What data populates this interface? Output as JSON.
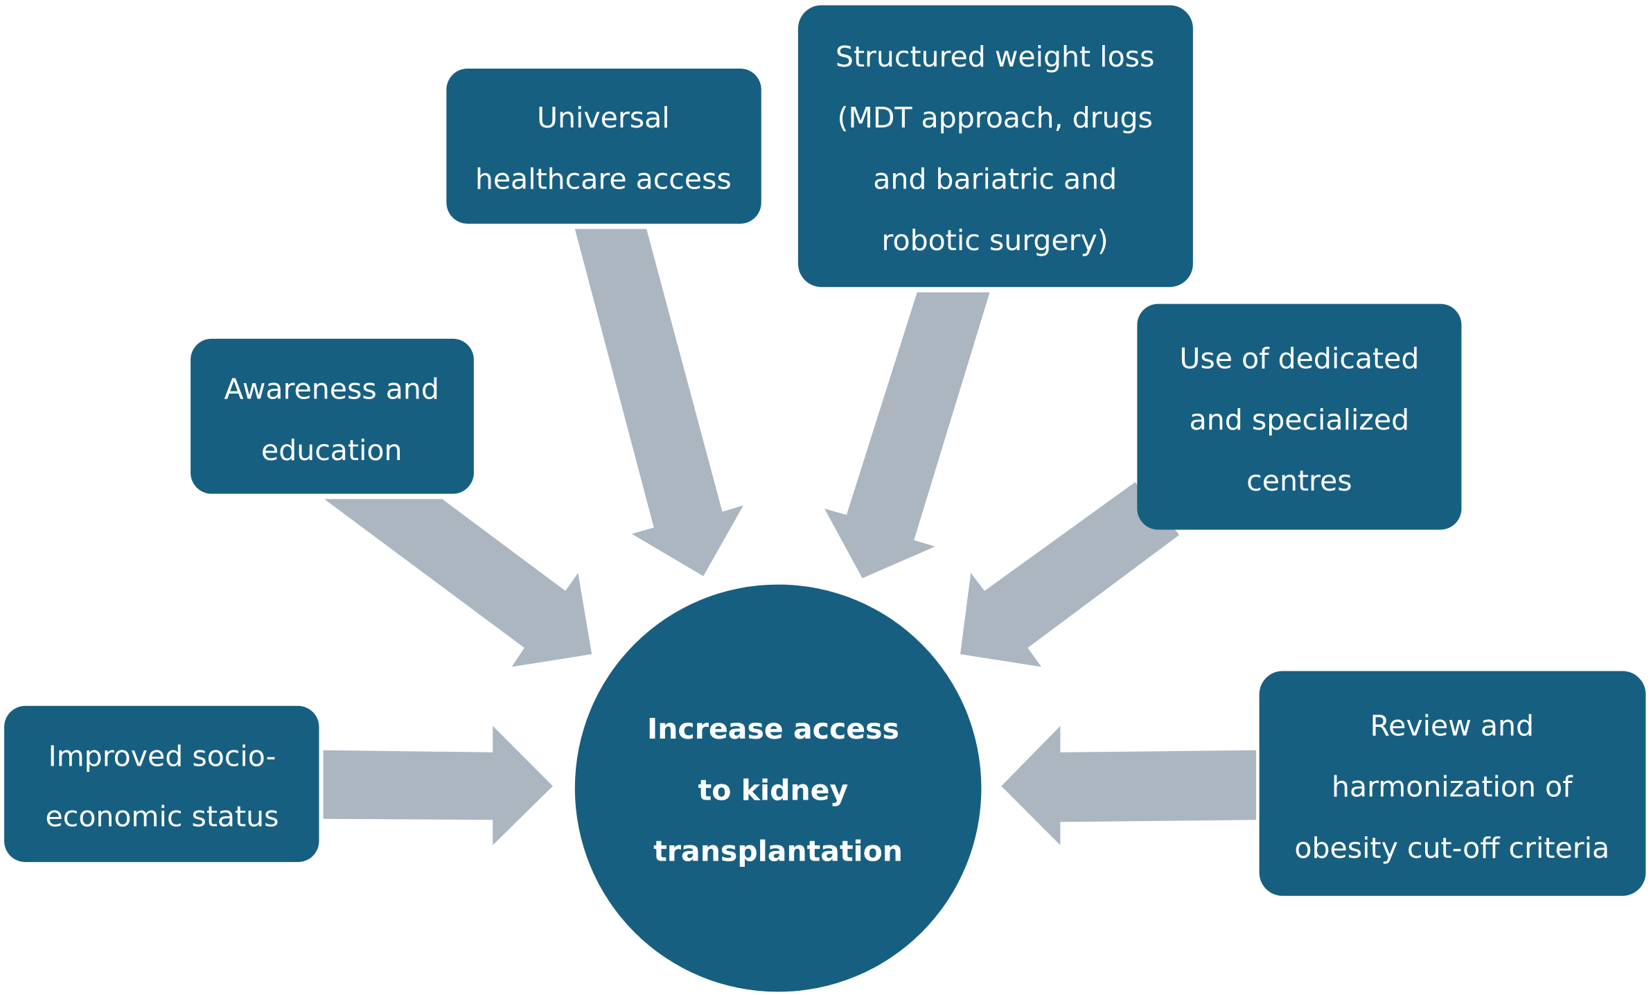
{
  "colors": {
    "box": "#175f80",
    "arrow": "#abb6c1",
    "text": "#ffffff"
  },
  "center": {
    "lines": [
      "Increase access",
      "to kidney",
      "transplantation"
    ]
  },
  "factors": [
    {
      "id": "socio-economic",
      "lines": [
        "Improved socio-",
        "economic status"
      ]
    },
    {
      "id": "awareness",
      "lines": [
        "Awareness and",
        "education"
      ]
    },
    {
      "id": "healthcare",
      "lines": [
        "Universal",
        "healthcare access"
      ]
    },
    {
      "id": "weight-loss",
      "lines": [
        "Structured weight loss",
        "(MDT approach, drugs",
        "and bariatric and",
        "robotic surgery)"
      ]
    },
    {
      "id": "centres",
      "lines": [
        "Use of dedicated",
        "and specialized",
        "centres"
      ]
    },
    {
      "id": "criteria",
      "lines": [
        "Review and",
        "harmonization  of",
        "obesity cut-off criteria"
      ]
    }
  ]
}
